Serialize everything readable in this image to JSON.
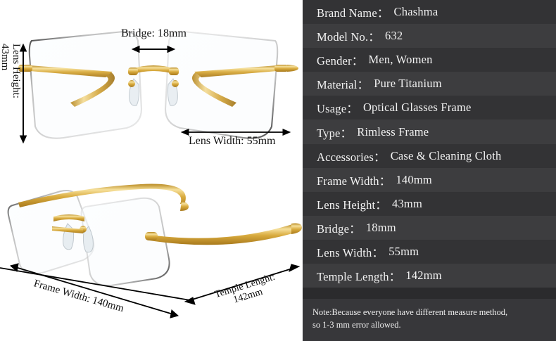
{
  "product": {
    "brand_label": "Brand Name：",
    "brand_value": "Chashma",
    "note_line1": "Note:Because everyone have different measure method,",
    "note_line2": "so 1-3 mm error allowed."
  },
  "spec_table": {
    "rows": [
      {
        "key": "Brand Name：",
        "value": "Chashma"
      },
      {
        "key": "Model No.：",
        "value": "632"
      },
      {
        "key": "Gender：",
        "value": "Men, Women"
      },
      {
        "key": "Material：",
        "value": "Pure Titanium"
      },
      {
        "key": "Usage：",
        "value": "Optical Glasses Frame"
      },
      {
        "key": "Type：",
        "value": "Rimless Frame"
      },
      {
        "key": "Accessories：",
        "value": "Case & Cleaning Cloth"
      },
      {
        "key": "Frame Width：",
        "value": "140mm"
      },
      {
        "key": "Lens Height：",
        "value": "43mm"
      },
      {
        "key": "Bridge：",
        "value": "18mm"
      },
      {
        "key": "Lens Width：",
        "value": "55mm"
      },
      {
        "key": "Temple Length：",
        "value": "142mm"
      }
    ]
  },
  "diagram": {
    "front_view": {
      "bridge_label": "Bridge: 18mm",
      "lens_width_label": "Lens Width: 55mm",
      "lens_height_label_line1": "Lens Height:",
      "lens_height_label_line2": "43mm"
    },
    "angled_view": {
      "frame_width_label": "Frame Width:  140mm",
      "temple_length_label_line1": "Temple Lenght:",
      "temple_length_label_line2": "142mm"
    }
  },
  "measurements": {
    "bridge_mm": 18,
    "lens_width_mm": 55,
    "lens_height_mm": 43,
    "frame_width_mm": 140,
    "temple_length_mm": 142,
    "error_tolerance_mm": "1-3"
  },
  "colors": {
    "panel_bg": "#2b2b2d",
    "row_even": "#333335",
    "row_odd": "#3d3d3f",
    "note_bg": "#37373a",
    "text": "#f2f2f2",
    "diagram_bg": "#ffffff",
    "gold": "#d6a93c",
    "gold_light": "#f0d68a",
    "lens_outline": "#9a9a9a",
    "annotation": "#111111"
  }
}
